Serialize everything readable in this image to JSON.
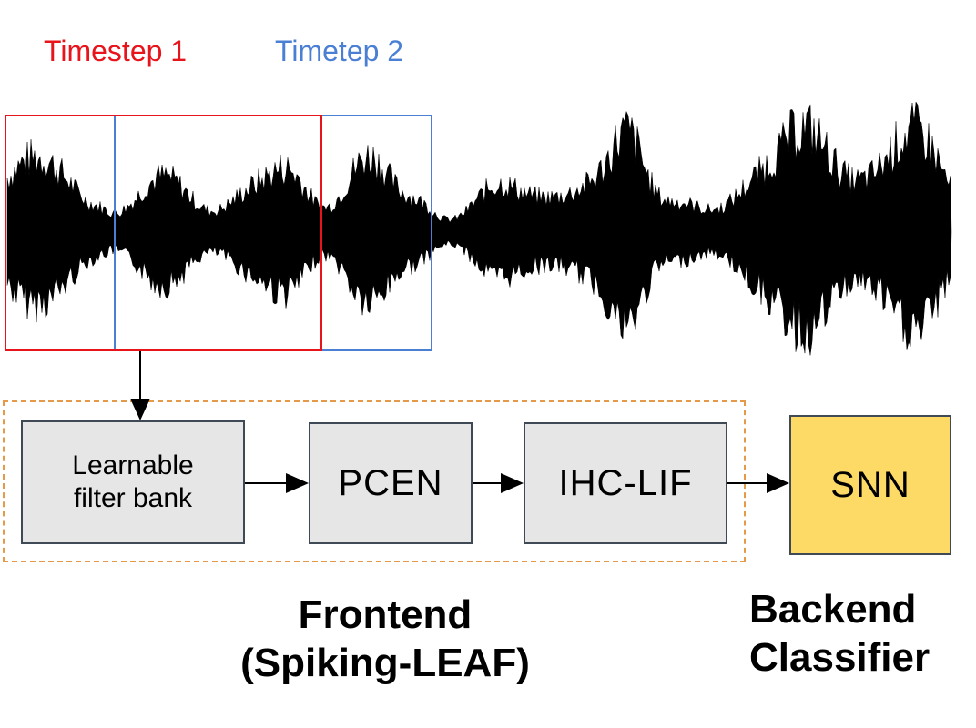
{
  "windows": [
    {
      "label": "Timestep 1",
      "color": "#e8141c"
    },
    {
      "label": "Timetep 2",
      "color": "#4a7fd4"
    }
  ],
  "frontend": {
    "blocks": [
      {
        "label": "Learnable\nfilter bank"
      },
      {
        "label": "PCEN"
      },
      {
        "label": "IHC-LIF"
      }
    ],
    "caption": "Frontend\n(Spiking-LEAF)",
    "border_color": "#e59a49",
    "block_fill": "#e6e6e6"
  },
  "backend": {
    "block": {
      "label": "SNN",
      "fill": "#fdd966"
    },
    "caption": "Backend\nClassifier"
  }
}
